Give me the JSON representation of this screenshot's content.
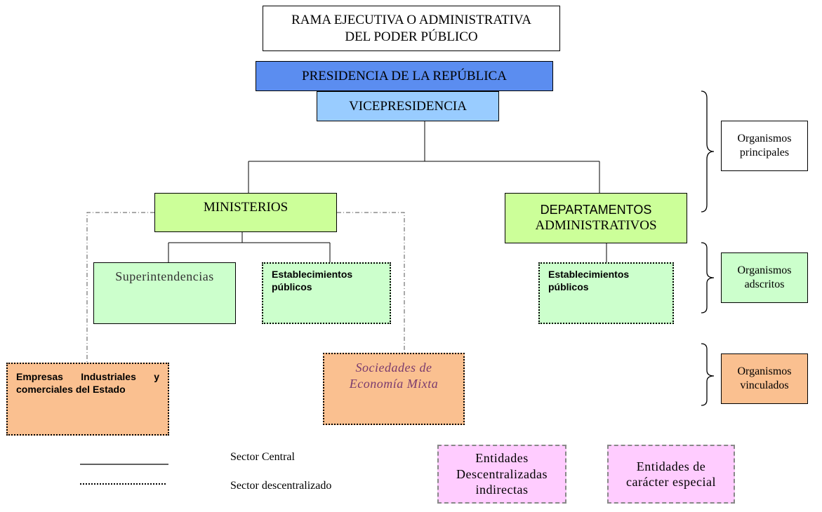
{
  "header": {
    "title_line1": "RAMA EJECUTIVA O ADMINISTRATIVA",
    "title_line2": "DEL PODER PÚBLICO"
  },
  "nodes": {
    "presidencia": "PRESIDENCIA DE LA REPÚBLICA",
    "vicepresidencia": "VICEPRESIDENCIA",
    "ministerios": "MINISTERIOS",
    "departamentos_line1": "DEPARTAMENTOS",
    "departamentos_line2": "ADMINISTRATIVOS",
    "superintendencias": "Superintendencias",
    "establecimientos_line1": "Establecimientos",
    "establecimientos_line2": "públicos",
    "empresas": "Empresas Industriales y comerciales del Estado",
    "sociedades_line1": "Sociedades de",
    "sociedades_line2": "Economía Mixta"
  },
  "side_labels": {
    "principales_line1": "Organismos",
    "principales_line2": "principales",
    "adscritos_line1": "Organismos",
    "adscritos_line2": "adscritos",
    "vinculados_line1": "Organismos",
    "vinculados_line2": "vinculados"
  },
  "legend": {
    "central": "Sector Central",
    "descentralizado": "Sector descentralizado"
  },
  "special": {
    "indirectas_line1": "Entidades",
    "indirectas_line2": "Descentralizadas",
    "indirectas_line3": "indirectas",
    "especial_line1": "Entidades de",
    "especial_line2": "carácter especial"
  },
  "colors": {
    "presidencia": "#5b8df0",
    "vicepresidencia": "#99ccff",
    "principal": "#ccff99",
    "adscrito": "#ccffcc",
    "vinculado": "#fac090",
    "especial": "#ffccff"
  }
}
